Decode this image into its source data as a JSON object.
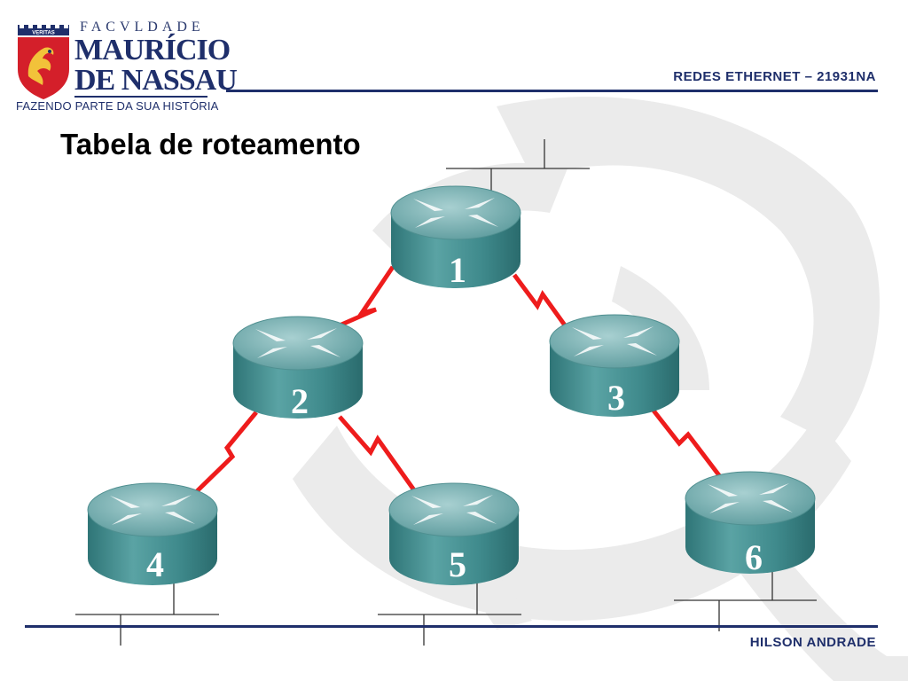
{
  "header": {
    "logo": {
      "top_text": "FACVLDADE",
      "line1": "MAURÍCIO",
      "line2": "DE NASSAU",
      "shield_text": "VERITAS",
      "tagline": "FAZENDO PARTE DA SUA HISTÓRIA"
    },
    "course": "REDES ETHERNET – 21931NA"
  },
  "slide": {
    "title": "Tabela de roteamento"
  },
  "footer": {
    "author": "HILSON ANDRADE"
  },
  "diagram": {
    "colors": {
      "link": "#ee1c1c",
      "router_body": "#3f8a8c",
      "router_top": "#8bbcbd",
      "rule": "#1f2f6b"
    },
    "routers": [
      {
        "id": "router-1",
        "label": "1"
      },
      {
        "id": "router-2",
        "label": "2"
      },
      {
        "id": "router-3",
        "label": "3"
      },
      {
        "id": "router-4",
        "label": "4"
      },
      {
        "id": "router-5",
        "label": "5"
      },
      {
        "id": "router-6",
        "label": "6"
      }
    ],
    "links": [
      {
        "from": "1",
        "to": "2"
      },
      {
        "from": "1",
        "to": "3"
      },
      {
        "from": "2",
        "to": "4"
      },
      {
        "from": "2",
        "to": "5"
      },
      {
        "from": "3",
        "to": "6"
      }
    ]
  }
}
